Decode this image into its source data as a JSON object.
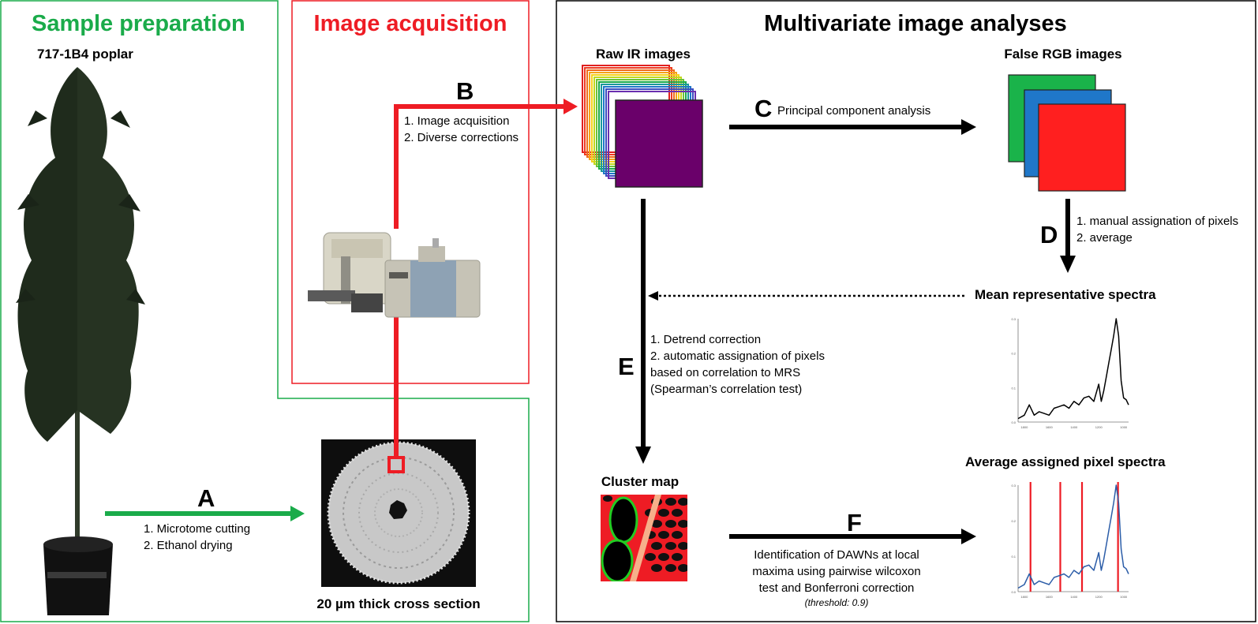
{
  "sections": {
    "sample_preparation": {
      "title": "Sample preparation",
      "color": "#1aab4a"
    },
    "image_acquisition": {
      "title": "Image acquisition",
      "color": "#ee1c24"
    },
    "multivariate": {
      "title": "Multivariate image analyses"
    }
  },
  "labels": {
    "poplar": "717-1B4 poplar",
    "cross_section": "20 µm thick cross section",
    "raw_ir": "Raw IR images",
    "false_rgb": "False RGB images",
    "mean_spectra": "Mean representative spectra",
    "cluster_map": "Cluster map",
    "avg_spectra": "Average assigned pixel spectra"
  },
  "steps": {
    "A": {
      "letter": "A",
      "lines": [
        "1. Microtome cutting",
        "2. Ethanol drying"
      ]
    },
    "B": {
      "letter": "B",
      "lines": [
        "1. Image acquisition",
        "2. Diverse corrections"
      ]
    },
    "C": {
      "letter": "C",
      "text": "Principal component analysis"
    },
    "D": {
      "letter": "D",
      "lines": [
        "1. manual assignation of pixels",
        "2. average"
      ]
    },
    "E": {
      "letter": "E",
      "lines": [
        "1. Detrend correction",
        "2. automatic assignation of pixels",
        "based on correlation to MRS",
        "(Spearman’s correlation test)"
      ]
    },
    "F": {
      "letter": "F",
      "lines": [
        "Identification of DAWNs at local",
        "maxima using pairwise wilcoxon",
        "test and Bonferroni correction"
      ],
      "note": "(threshold: 0.9)"
    }
  },
  "colors": {
    "green": "#1aab4a",
    "red": "#ee1c24",
    "rgb_green": "#1ab34a",
    "rgb_blue": "#1f77c9",
    "rgb_red": "#ff1f1f",
    "raw_ir_front": "#6a006a"
  },
  "chart_data": [
    {
      "type": "line",
      "title": "Mean representative spectra",
      "x_ticks": [
        "1800",
        "1600",
        "1400",
        "1200",
        "1000"
      ],
      "y_ticks": [
        "0.0",
        "0.1",
        "0.2",
        "0.3"
      ],
      "x": [
        1850,
        1800,
        1760,
        1720,
        1680,
        1640,
        1600,
        1560,
        1520,
        1480,
        1440,
        1400,
        1360,
        1320,
        1280,
        1240,
        1200,
        1180,
        1160,
        1140,
        1120,
        1100,
        1080,
        1060,
        1040,
        1020,
        1000,
        980,
        960
      ],
      "series": [
        {
          "values": [
            0.01,
            0.02,
            0.05,
            0.02,
            0.03,
            0.025,
            0.02,
            0.04,
            0.045,
            0.05,
            0.04,
            0.06,
            0.05,
            0.07,
            0.075,
            0.06,
            0.11,
            0.06,
            0.09,
            0.13,
            0.17,
            0.21,
            0.25,
            0.3,
            0.25,
            0.12,
            0.07,
            0.065,
            0.05
          ]
        }
      ]
    },
    {
      "type": "line",
      "title": "Average assigned pixel spectra",
      "x_ticks": [
        "1800",
        "1600",
        "1400",
        "1200",
        "1000"
      ],
      "y_ticks": [
        "0.0",
        "0.1",
        "0.2",
        "0.3"
      ],
      "x": [
        1850,
        1800,
        1760,
        1720,
        1680,
        1640,
        1600,
        1560,
        1520,
        1480,
        1440,
        1400,
        1360,
        1320,
        1280,
        1240,
        1200,
        1180,
        1160,
        1140,
        1120,
        1100,
        1080,
        1060,
        1040,
        1020,
        1000,
        980,
        960
      ],
      "series": [
        {
          "values": [
            0.01,
            0.02,
            0.05,
            0.02,
            0.03,
            0.025,
            0.02,
            0.04,
            0.045,
            0.05,
            0.04,
            0.06,
            0.05,
            0.07,
            0.075,
            0.06,
            0.11,
            0.06,
            0.09,
            0.13,
            0.17,
            0.21,
            0.25,
            0.3,
            0.25,
            0.12,
            0.07,
            0.065,
            0.05
          ]
        }
      ],
      "vertical_markers": [
        1750,
        1510,
        1335,
        1045
      ]
    }
  ]
}
